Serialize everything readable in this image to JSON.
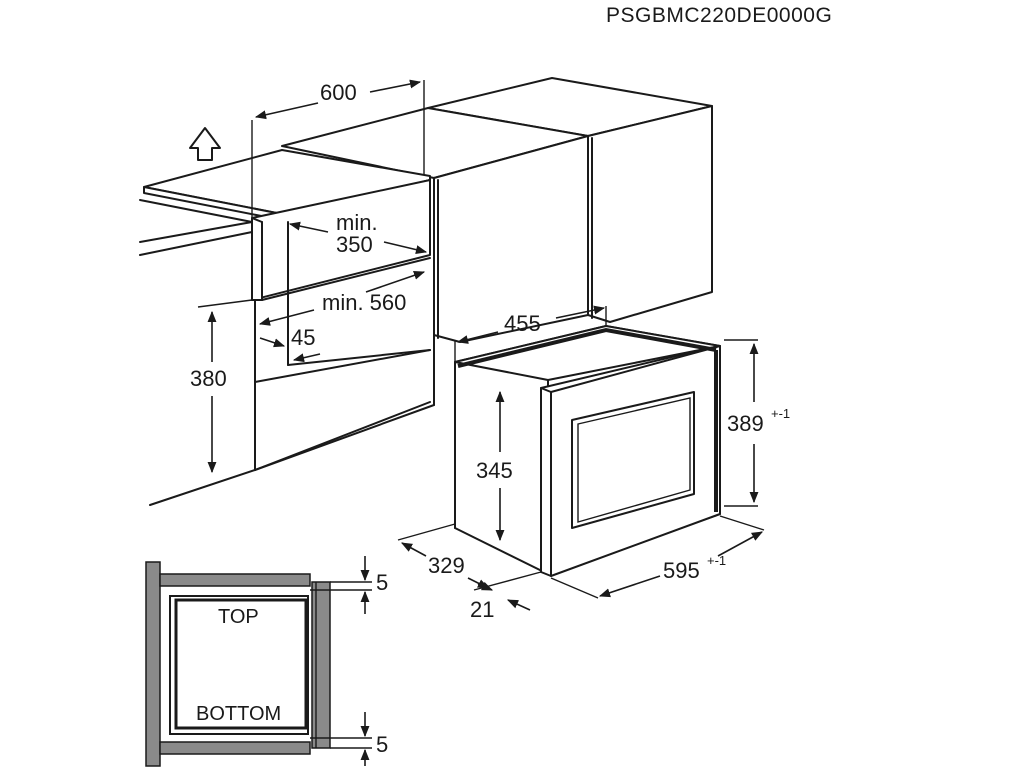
{
  "model_code": "PSGBMC220DE0000G",
  "cabinet": {
    "width": "600",
    "depth_min": "min.\n350",
    "depth_min_line1": "min.",
    "depth_min_line2": "350",
    "width_min": "min. 560",
    "setback": "45",
    "height": "380"
  },
  "appliance": {
    "width": "455",
    "height_front": "389",
    "height_front_tol": "+-1",
    "height_body": "345",
    "depth": "329",
    "frame_depth": "21",
    "frame_width": "595",
    "frame_width_tol": "+-1"
  },
  "section": {
    "top_label": "TOP",
    "bottom_label": "BOTTOM",
    "gap_top": "5",
    "gap_bottom": "5"
  }
}
